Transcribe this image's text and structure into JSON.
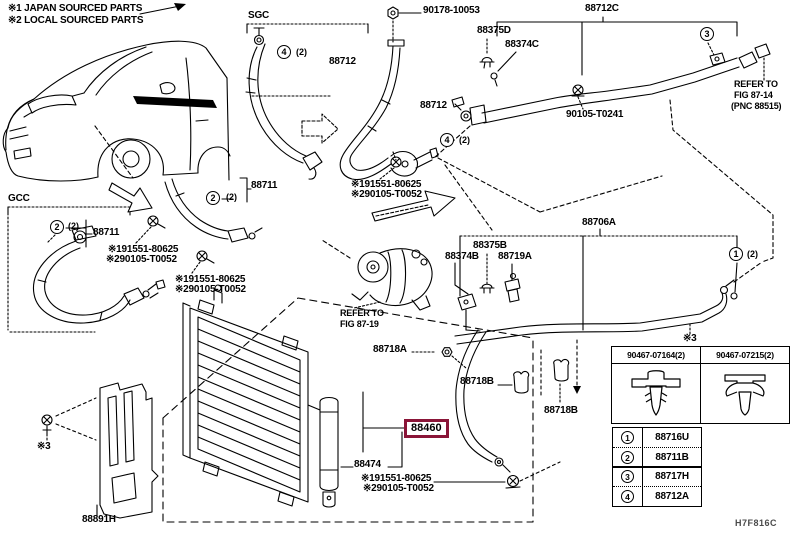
{
  "page": {
    "figure_code": "H7F816C"
  },
  "notes": {
    "japan_sourced": "※1 JAPAN SOURCED PARTS",
    "local_sourced": "※2 LOCAL SOURCED PARTS"
  },
  "group_labels": {
    "sgc": "SGC",
    "gcc": "GCC"
  },
  "star3": "※3",
  "parts": {
    "p90178": "90178-10053",
    "p88712c": "88712C",
    "p88375d": "88375D",
    "p88374c": "88374C",
    "p90105": "90105-T0241",
    "p88712_top": "88712",
    "p88712_mid": "88712",
    "p88711_right": "88711",
    "p88711_left": "88711",
    "p88706a": "88706A",
    "p88375b": "88375B",
    "p88374b": "88374B",
    "p88719a": "88719A",
    "p88718a": "88718A",
    "p88718b_upper": "88718B",
    "p88718b_lower": "88718B",
    "p88474": "88474",
    "p88891h": "88891H"
  },
  "bolt_notes": {
    "line1": "※191551-80625",
    "line2": "※290105-T0052"
  },
  "callouts": {
    "c4_top": {
      "num": "4",
      "qty": "(2)"
    },
    "c4_mid": {
      "num": "4",
      "qty": "(2)"
    },
    "c2_right": {
      "num": "2",
      "qty": "(2)"
    },
    "c2_left": {
      "num": "2",
      "qty": "(2)"
    },
    "c3": {
      "num": "3"
    },
    "c1": {
      "num": "1",
      "qty": "(2)"
    }
  },
  "refs": {
    "fig8714": {
      "line1": "REFER TO",
      "line2": "FIG 87-14",
      "line3": "(PNC 88515)"
    },
    "fig8719": {
      "line1": "REFER TO",
      "line2": "FIG 87-19"
    }
  },
  "clip_table": {
    "note": "※3",
    "columns": [
      "90467-07164(2)",
      "90467-07215(2)"
    ]
  },
  "legend": {
    "rows": [
      {
        "num": "1",
        "part": "88716U"
      },
      {
        "num": "2",
        "part": "88711B"
      },
      {
        "num": "3",
        "part": "88717H"
      },
      {
        "num": "4",
        "part": "88712A"
      }
    ]
  },
  "highlight": {
    "part": "88460",
    "border_color": "#8a1538"
  }
}
